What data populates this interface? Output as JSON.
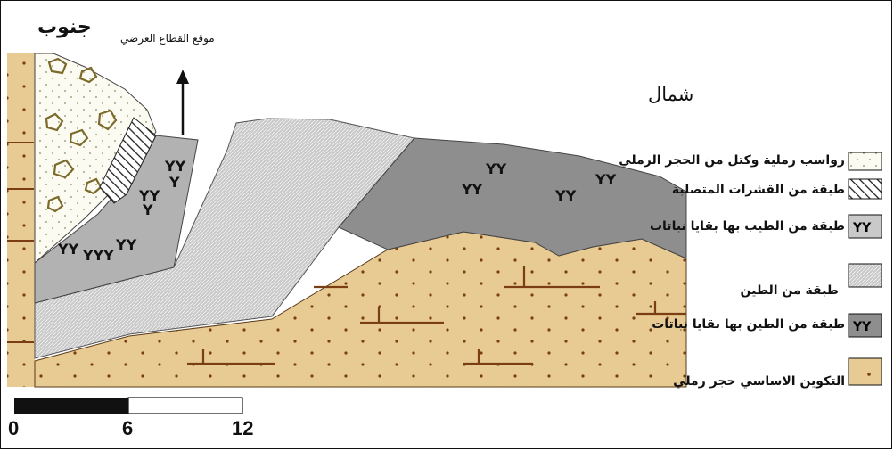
{
  "labels": {
    "south": "جنوب",
    "north": "شمال",
    "section_location": "موقع القطاع العرضي"
  },
  "legend": [
    {
      "label": "رواسب رملية وكتل من الحجر الرملي",
      "pattern": "sand-blocks",
      "color": "#fcfbf1"
    },
    {
      "label": "طبقة من القشرات المتصلبة",
      "pattern": "hatch",
      "color": "#ffffff"
    },
    {
      "label": "طبقة من الطيب بها بقايا نباتات",
      "pattern": "plants-light",
      "color": "#c9c9c9"
    },
    {
      "label": "طبقة من الطين",
      "pattern": "clay",
      "color": "#c6c6c6"
    },
    {
      "label": "طبقة من الطين بها بقايا نباتات",
      "pattern": "plants-dark",
      "color": "#8f8f8f"
    },
    {
      "label": "التكوين الاساسي حجر رملي",
      "pattern": "sandstone",
      "color": "#e8cb92"
    }
  ],
  "scale": {
    "ticks": [
      "0",
      "6",
      "12"
    ]
  },
  "colors": {
    "sandstone": "#e8cb92",
    "sandstone_line": "#7a3d14",
    "clay": "#c6c6c6",
    "plant_layer": "#8e8e8e",
    "crust": "#ffffff",
    "sand_blocks": "#fcfbf1"
  }
}
